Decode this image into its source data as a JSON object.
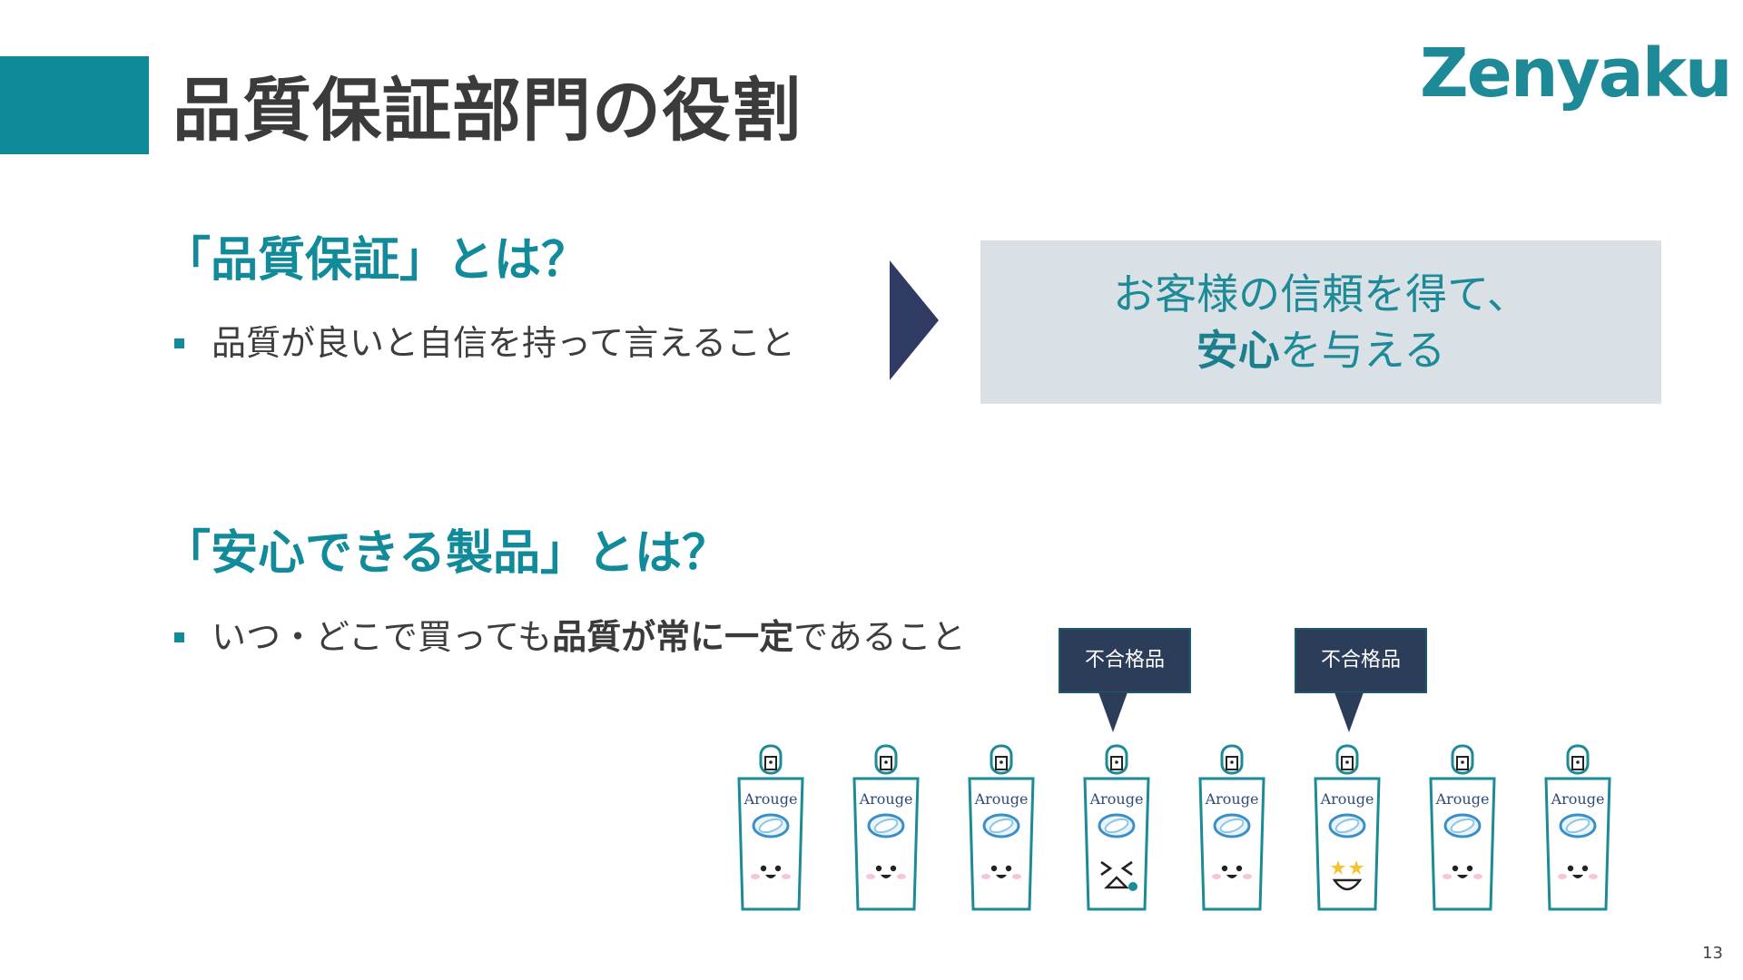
{
  "title": "品質保証部門の役割",
  "logo": "Zenyaku",
  "section1": {
    "heading": "「品質保証」とは？",
    "bullet": "品質が良いと自信を持って言えること"
  },
  "result": {
    "line1": "お客様の信頼を得て、",
    "line2_bold": "安心",
    "line2_rest": "を与える"
  },
  "section2": {
    "heading": "「安心できる製品」とは？",
    "bullet_pre": "いつ・どこで買っても",
    "bullet_bold": "品質が常に一定",
    "bullet_post": "であること"
  },
  "callouts": [
    "不合格品",
    "不合格品"
  ],
  "product_label": "Arouge",
  "products": [
    {
      "face": "smile",
      "defective": false
    },
    {
      "face": "smile",
      "defective": false
    },
    {
      "face": "smile",
      "defective": false
    },
    {
      "face": "squint",
      "defective": true
    },
    {
      "face": "smile",
      "defective": false
    },
    {
      "face": "star",
      "defective": true
    },
    {
      "face": "smile",
      "defective": false
    },
    {
      "face": "smile",
      "defective": false
    }
  ],
  "colors": {
    "accent": "#118a99",
    "navy": "#2c3d5a",
    "box_bg": "#d9e1e6"
  },
  "page_number": "13"
}
